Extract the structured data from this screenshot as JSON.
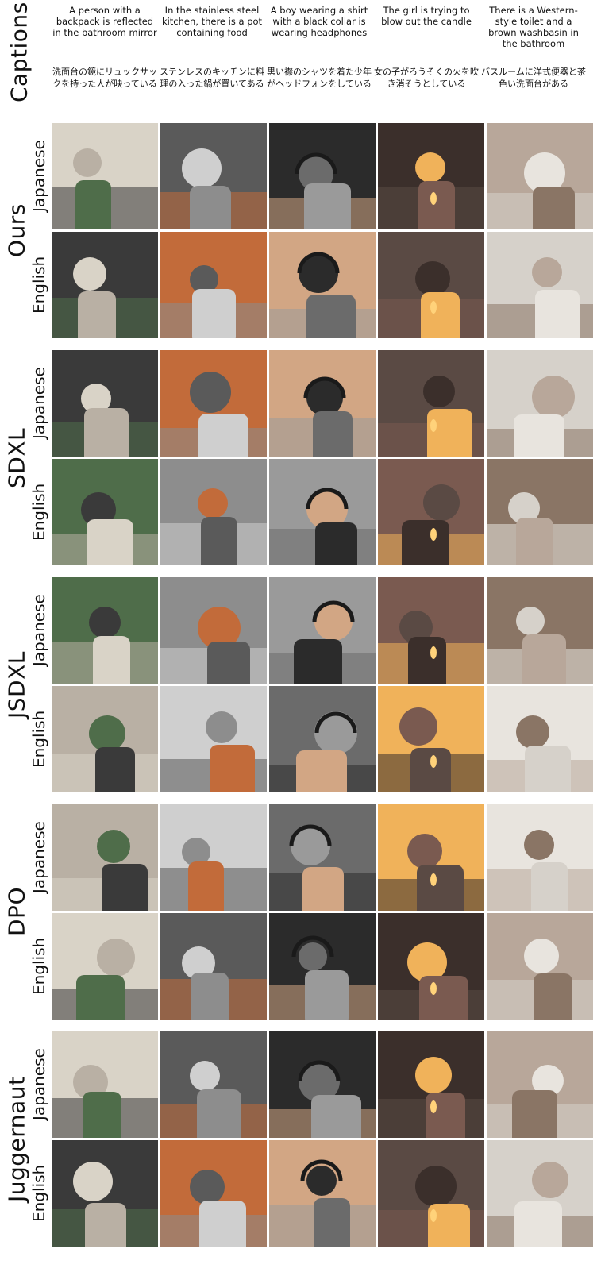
{
  "header_label": "Captions",
  "captions": [
    {
      "en": "A person with a backpack is reflected in the bathroom mirror",
      "ja": "洗面台の鏡にリュックサックを持った人が映っている"
    },
    {
      "en": "In the stainless steel kitchen, there is a pot containing food",
      "ja": "ステンレスのキッチンに料理の入った鍋が置いてある"
    },
    {
      "en": "A boy wearing a shirt with a black collar is wearing headphones",
      "ja": "黒い襟のシャツを着た少年がヘッドフォンをしている"
    },
    {
      "en": "The girl is trying to blow out the candle",
      "ja": "女の子がろうそくの火を吹き消そうとしている"
    },
    {
      "en": "There is a Western-style toilet and a brown washbasin in the bathroom",
      "ja": "バスルームに洋式便器と茶色い洗面台がある"
    }
  ],
  "language_labels": {
    "japanese": "Japanese",
    "english": "English"
  },
  "models": [
    {
      "name": "Ours"
    },
    {
      "name": "SDXL"
    },
    {
      "name": "JSDXL"
    },
    {
      "name": "DPO"
    },
    {
      "name": "Juggernaut"
    }
  ],
  "image_palette": [
    [
      "#d9d3c7",
      "#b9b0a4",
      "#4f6d4a",
      "#3a3a3a"
    ],
    [
      "#cfcfcf",
      "#8d8d8d",
      "#c26b3a",
      "#5a5a5a"
    ],
    [
      "#9a9a9a",
      "#d2a684",
      "#2b2b2b",
      "#6b6b6b"
    ],
    [
      "#5a4a44",
      "#3b2f2b",
      "#f0b25a",
      "#7a5a50"
    ],
    [
      "#b8a79a",
      "#e8e4de",
      "#8a7565",
      "#d6d1ca"
    ]
  ]
}
